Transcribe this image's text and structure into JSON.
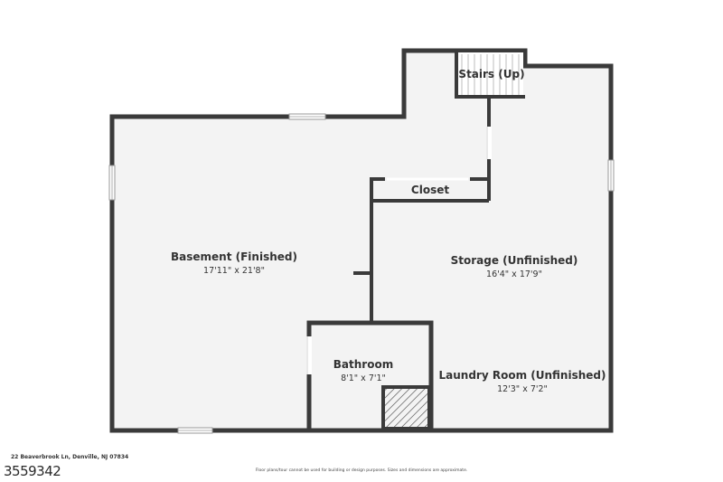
{
  "rooms": {
    "stairs": {
      "name": "Stairs (Up)"
    },
    "closet": {
      "name": "Closet"
    },
    "basement": {
      "name": "Basement (Finished)",
      "dimensions": "17'11\" x 21'8\""
    },
    "storage": {
      "name": "Storage (Unfinished)",
      "dimensions": "16'4\" x 17'9\""
    },
    "bathroom": {
      "name": "Bathroom",
      "dimensions": "8'1\" x 7'1\""
    },
    "laundry": {
      "name": "Laundry Room (Unfinished)",
      "dimensions": "12'3\" x 7'2\""
    }
  },
  "footer": {
    "address": "22 Beaverbrook Ln, Denville, NJ 07834",
    "listing_id": "3559342",
    "disclaimer": "Floor plans/tour cannot be used for building or design purposes. Sizes and dimensions are approximate."
  },
  "colors": {
    "wall": "#3a3a3a",
    "floor": "#f3f3f3",
    "window": "#ffffff",
    "text": "#333333"
  }
}
